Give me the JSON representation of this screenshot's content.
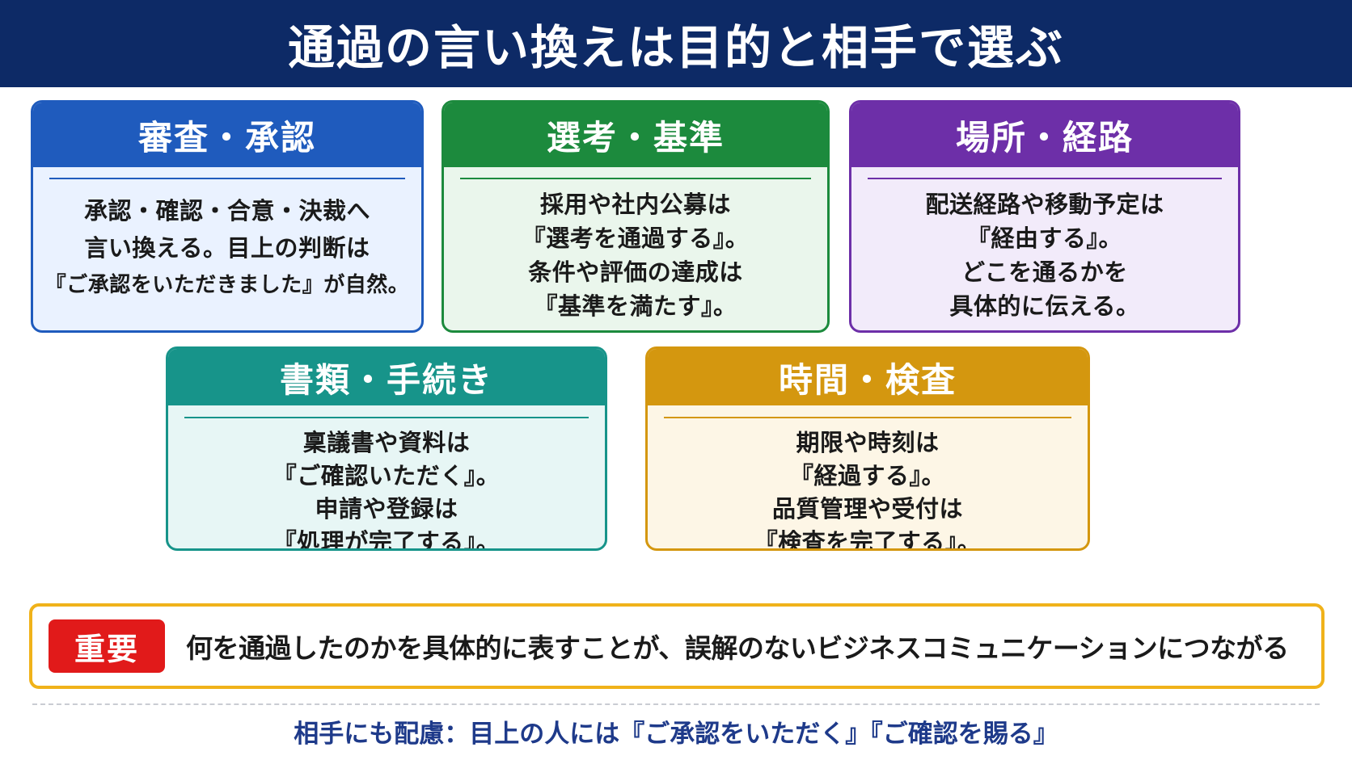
{
  "header": {
    "title": "通過の言い換えは目的と相手で選ぶ"
  },
  "cards": [
    {
      "title": "審査・承認",
      "lines": [
        "承認・確認・合意・決裁へ",
        "言い換える。目上の判断は",
        "『ご承認をいただきました』が自然。"
      ]
    },
    {
      "title": "選考・基準",
      "lines": [
        "採用や社内公募は",
        "『選考を通過する』。",
        "条件や評価の達成は",
        "『基準を満たす』。"
      ]
    },
    {
      "title": "場所・経路",
      "lines": [
        "配送経路や移動予定は",
        "『経由する』。",
        "どこを通るかを",
        "具体的に伝える。"
      ]
    },
    {
      "title": "書類・手続き",
      "lines": [
        "稟議書や資料は",
        "『ご確認いただく』。",
        "申請や登録は",
        "『処理が完了する』。"
      ]
    },
    {
      "title": "時間・検査",
      "lines": [
        "期限や時刻は",
        "『経過する』。",
        "品質管理や受付は",
        "『検査を完了する』。"
      ]
    }
  ],
  "important": {
    "badge": "重要",
    "text": "何を通過したのかを具体的に表すことが、誤解のないビジネスコミュニケーションにつながる"
  },
  "footer": {
    "text": "相手にも配慮：目上の人には『ご承認をいただく』『ご確認を賜る』"
  },
  "colors": {
    "header_bg": "#0d2a66",
    "blue": "#1f5bbd",
    "green": "#1c8a3d",
    "purple": "#6d2fa8",
    "teal": "#17948a",
    "gold": "#d4970f",
    "badge_red": "#e11a1a",
    "important_border": "#f0b21a"
  }
}
